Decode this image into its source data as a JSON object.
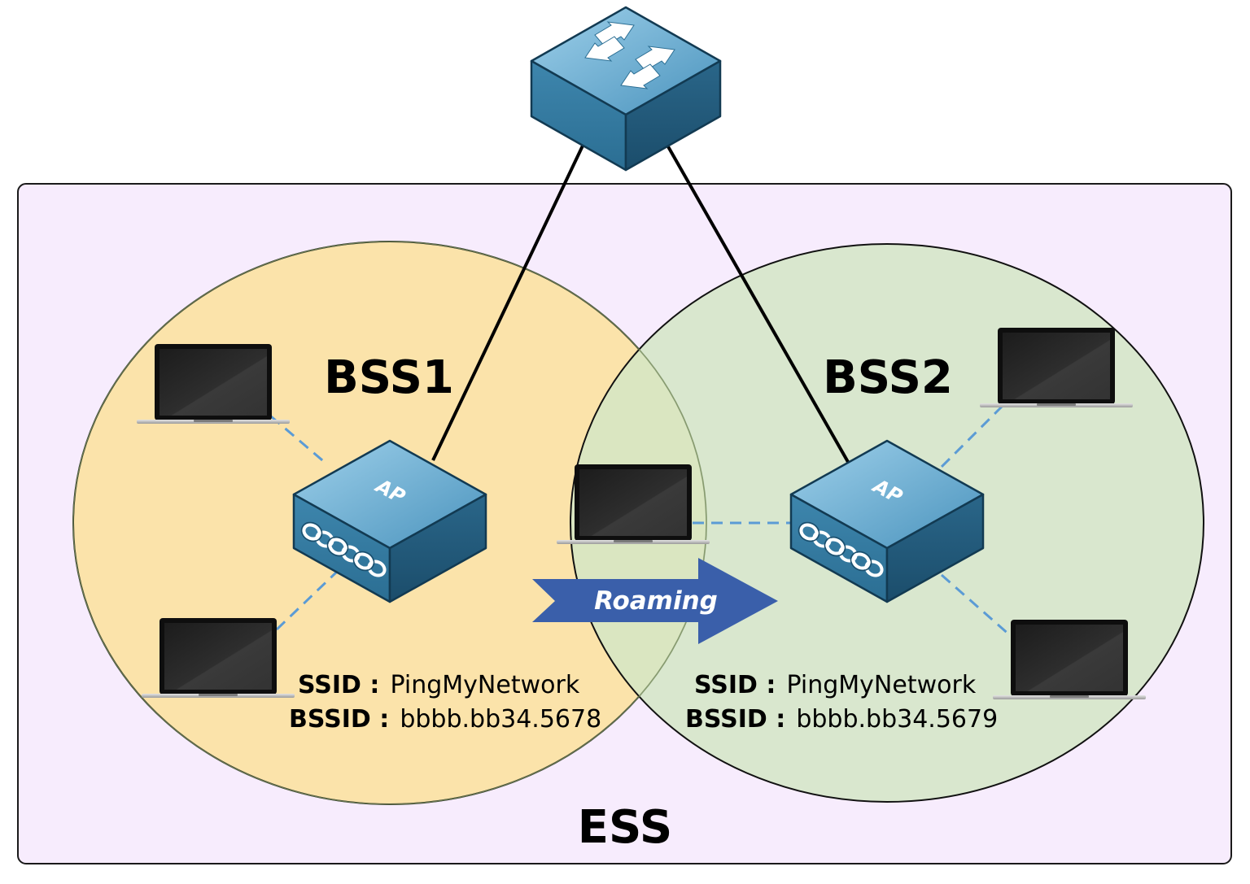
{
  "colors": {
    "ess_fill": "#f7ecfd",
    "bss1_fill": "#fbe3aa",
    "bss2_fill": "#d3e6c5",
    "device_blue": "#3f8cb3",
    "link_dashed": "#5b9bd5",
    "roaming_arrow": "#3a5faa"
  },
  "ess": {
    "label": "ESS"
  },
  "switch": {
    "icon": "switch-arrows-icon"
  },
  "bss1": {
    "label": "BSS1",
    "ap_label": "AP",
    "ssid_key": "SSID :",
    "ssid_value": "PingMyNetwork",
    "bssid_key": "BSSID :",
    "bssid_value": "bbbb.bb34.5678"
  },
  "bss2": {
    "label": "BSS2",
    "ap_label": "AP",
    "ssid_key": "SSID :",
    "ssid_value": "PingMyNetwork",
    "bssid_key": "BSSID :",
    "bssid_value": "bbbb.bb34.5679"
  },
  "roaming": {
    "label": "Roaming"
  }
}
